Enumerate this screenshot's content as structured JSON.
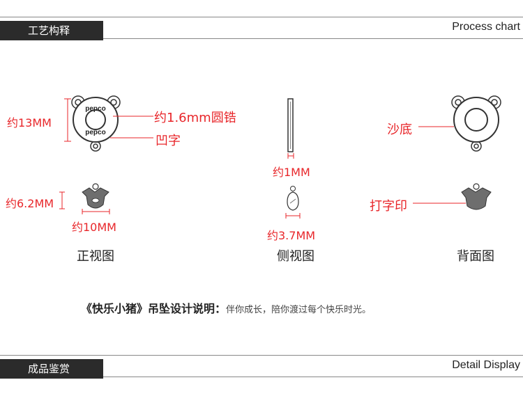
{
  "header": {
    "tab_label": "工艺构释",
    "en_label": "Process chart"
  },
  "front": {
    "dim_height": "约13MM",
    "dim_bevel": "约1.6mm圆锆",
    "dim_engrave": "凹字",
    "dim_small_height": "约6.2MM",
    "dim_small_width": "约10MM",
    "caption": "正视图",
    "ring_text_top": "pepco",
    "ring_text_bottom": "pepco"
  },
  "side": {
    "dim_thickness": "约1MM",
    "dim_small": "约3.7MM",
    "caption": "侧视图"
  },
  "back": {
    "finish": "沙底",
    "stamp": "打字印",
    "caption": "背面图"
  },
  "description": {
    "title": "《快乐小猪》吊坠设计说明：",
    "text": "伴你成长，陪你渡过每个快乐时光。"
  },
  "footer": {
    "tab_label": "成品鉴赏",
    "en_label": "Detail Display"
  },
  "colors": {
    "accent": "#e8262a",
    "tab_bg": "#2b2b2b",
    "metal": "#6e6e6e"
  }
}
